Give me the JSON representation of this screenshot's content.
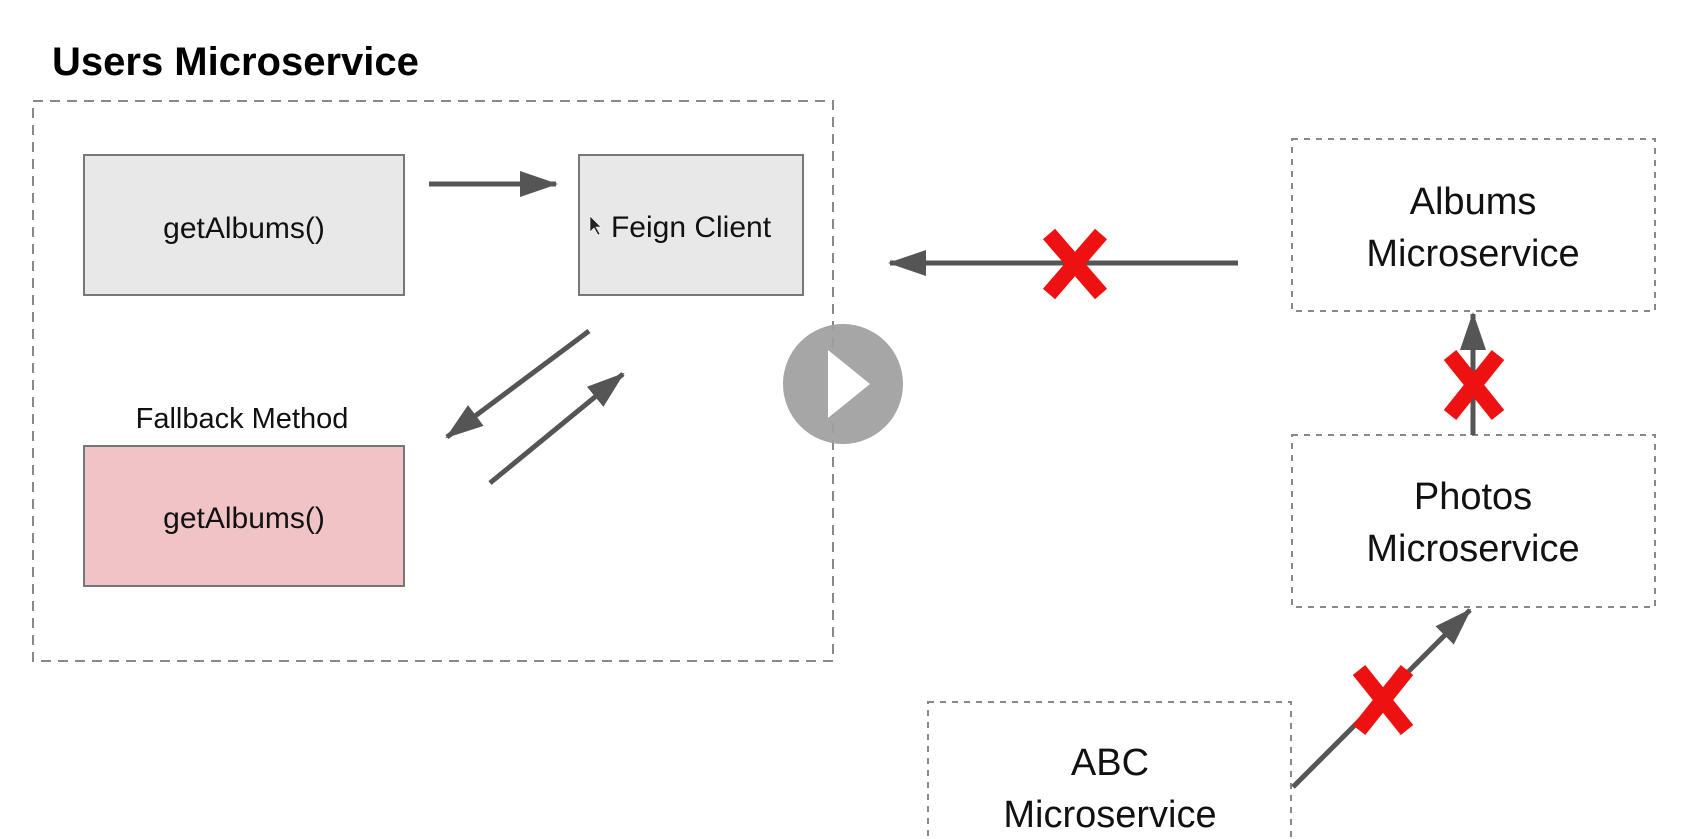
{
  "title": "Users Microservice",
  "nodes": {
    "get_albums": "getAlbums()",
    "feign_client": "Feign Client",
    "fallback_label": "Fallback Method",
    "fallback_get_albums": "getAlbums()",
    "albums_line1": "Albums",
    "albums_line2": "Microservice",
    "photos_line1": "Photos",
    "photos_line2": "Microservice",
    "abc_line1": "ABC",
    "abc_line2": "Microservice"
  },
  "colors": {
    "gray_box": "#e8e8e8",
    "fallback_box": "#f0c4c6",
    "arrow": "#555555",
    "failure_x": "#ee1111",
    "play_button": "#9e9e9e"
  },
  "icons": [
    "arrow-icon",
    "failure-x-icon",
    "play-icon",
    "cursor-icon"
  ]
}
